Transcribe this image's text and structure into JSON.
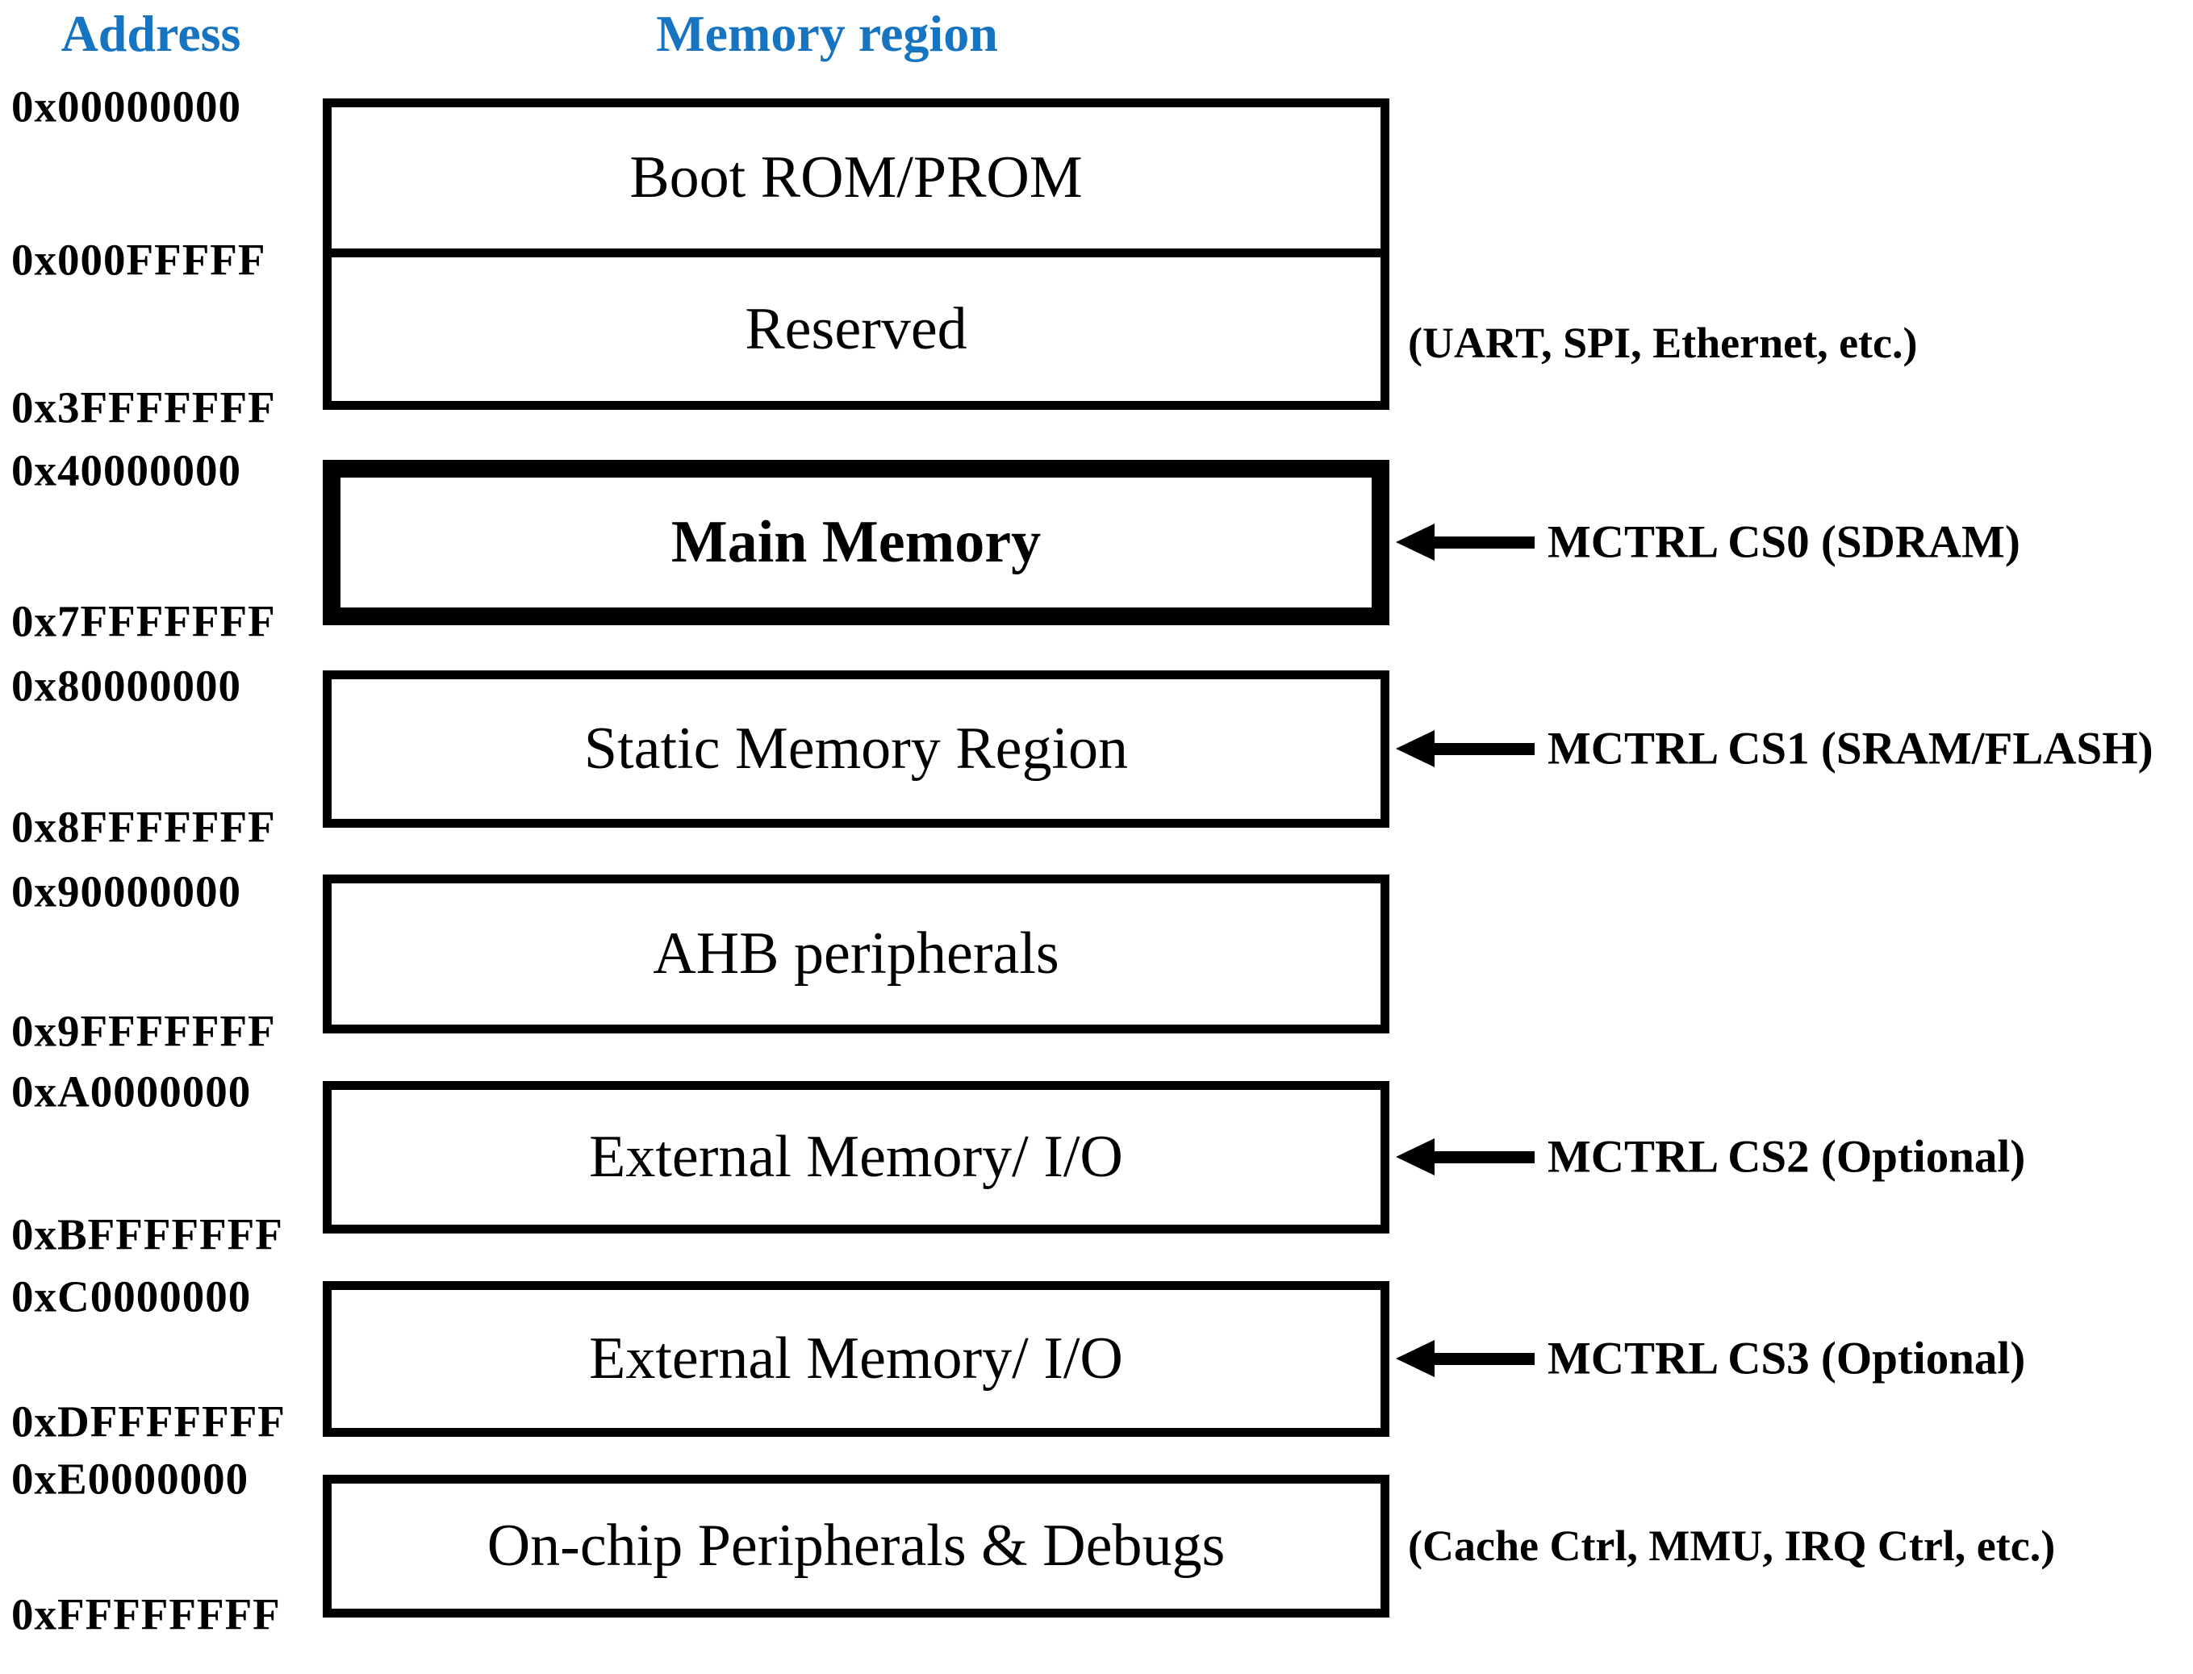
{
  "header": {
    "address": "Address",
    "region": "Memory region",
    "accent_color": "#1674C1"
  },
  "addresses": [
    "0x00000000",
    "0x000FFFFF",
    "0x3FFFFFFF",
    "0x40000000",
    "0x7FFFFFFF",
    "0x80000000",
    "0x8FFFFFFF",
    "0x90000000",
    "0x9FFFFFFF",
    "0xA0000000",
    "0xBFFFFFFF",
    "0xC0000000",
    "0xDFFFFFFF",
    "0xE0000000",
    "0xFFFFFFFF"
  ],
  "regions": [
    {
      "label": "Boot ROM/PROM",
      "start": "0x00000000",
      "end": "0x000FFFFF"
    },
    {
      "label": "Reserved",
      "start": "0x000FFFFF",
      "end": "0x3FFFFFFF",
      "note": "(UART, SPI, Ethernet, etc.)"
    },
    {
      "label": "Main Memory",
      "start": "0x40000000",
      "end": "0x7FFFFFFF",
      "annotation": "MCTRL CS0 (SDRAM)",
      "emphasis": true
    },
    {
      "label": "Static Memory Region",
      "start": "0x80000000",
      "end": "0x8FFFFFFF",
      "annotation": "MCTRL CS1 (SRAM/FLASH)"
    },
    {
      "label": "AHB peripherals",
      "start": "0x90000000",
      "end": "0x9FFFFFFF"
    },
    {
      "label": "External Memory/ I/O",
      "start": "0xA0000000",
      "end": "0xBFFFFFFF",
      "annotation": "MCTRL CS2 (Optional)"
    },
    {
      "label": "External Memory/ I/O",
      "start": "0xC0000000",
      "end": "0xDFFFFFFF",
      "annotation": "MCTRL CS3 (Optional)"
    },
    {
      "label": "On-chip Peripherals & Debugs",
      "start": "0xE0000000",
      "end": "0xFFFFFFFF",
      "note": "(Cache Ctrl, MMU, IRQ Ctrl, etc.)"
    }
  ]
}
